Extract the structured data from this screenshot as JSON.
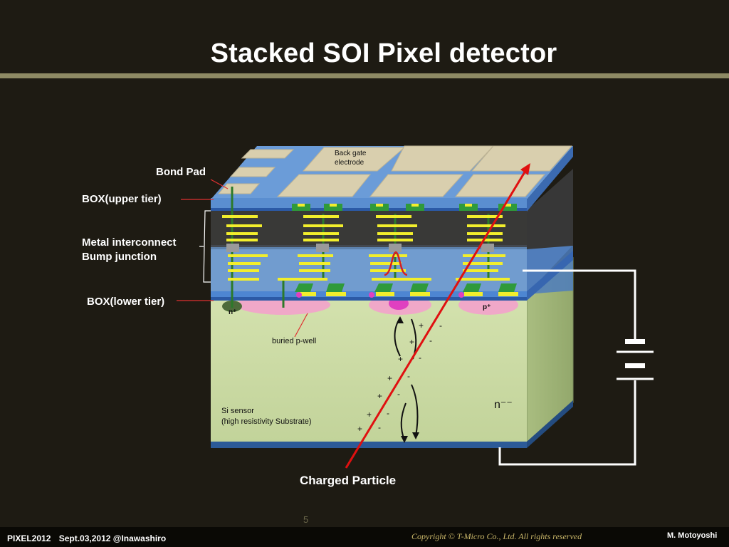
{
  "slide": {
    "title": "Stacked SOI Pixel detector",
    "page_number": "5"
  },
  "labels": {
    "bond_pad": "Bond Pad",
    "box_upper": "BOX(upper tier)",
    "metal_interconnect": "Metal interconnect",
    "bump_junction": "Bump junction",
    "box_lower": "BOX(lower tier)",
    "back_gate_line1": "Back gate",
    "back_gate_line2": "electrode",
    "buried_pwell": "buried p-well",
    "si_sensor_line1": "Si sensor",
    "si_sensor_line2": "(high resistivity Substrate)",
    "n_plus": "n⁺",
    "p_plus": "p⁺",
    "n_minus": "n⁻⁻",
    "charged_particle": "Charged Particle"
  },
  "carriers": {
    "plus": "+",
    "minus": "-"
  },
  "footer": {
    "conference": "PIXEL2012",
    "date_place": "Sept.03,2012 @Inawashiro",
    "copyright": "Copyright © T-Micro Co., Ltd.  All rights reserved",
    "author": "M. Motoyoshi"
  },
  "colors": {
    "background": "#1e1b13",
    "substrate": "#c9d9a2",
    "silicon_layer": "#5a8ed0",
    "metal": "#f2ee2c",
    "transistor": "#2f9a3a",
    "implant": "#f0a8c8",
    "particle_track": "#e01010",
    "bond_pad": "#d9cfae"
  }
}
